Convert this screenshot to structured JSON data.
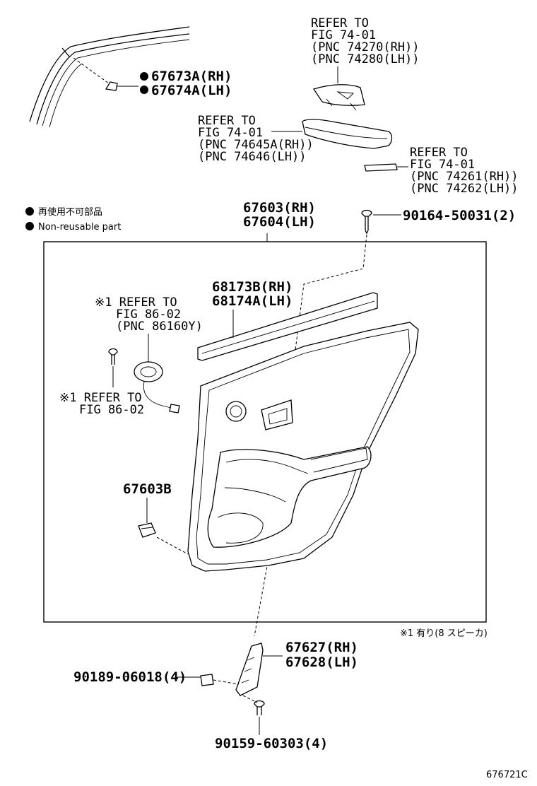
{
  "legend": {
    "items": [
      {
        "symbol": "●",
        "text": "再使用不可部品"
      },
      {
        "symbol": "●",
        "text": "Non-reusable part"
      }
    ]
  },
  "labels": {
    "clip_upper_rh": "67673A(RH)",
    "clip_upper_lh": "67674A(LH)",
    "ref_74270": [
      "REFER TO",
      "FIG 74-01",
      "(PNC 74270(RH))",
      "(PNC 74280(LH))"
    ],
    "ref_74645": [
      "REFER TO",
      "FIG 74-01",
      "(PNC 74645A(RH))",
      "(PNC 74646(LH))"
    ],
    "ref_74261": [
      "REFER TO",
      "FIG 74-01",
      "(PNC 74261(RH))",
      "(PNC 74262(LH))"
    ],
    "panel_rh": "67603(RH)",
    "panel_lh": "67604(LH)",
    "screw_top": "90164-50031(2)",
    "weatherstrip_rh": "68173B(RH)",
    "weatherstrip_lh": "68174A(LH)",
    "ref_86160": [
      "※1 REFER TO",
      "FIG 86-02",
      "(PNC 86160Y)"
    ],
    "ref_86_02": [
      "※1 REFER TO",
      "FIG 86-02"
    ],
    "clip_panel": "67603B",
    "bracket_rh": "67627(RH)",
    "bracket_lh": "67628(LH)",
    "nut": "90189-06018(4)",
    "screw_bottom": "90159-60303(4)",
    "footnote": "※1  有り(8 スピーカ)",
    "figure_code": "676721C"
  }
}
